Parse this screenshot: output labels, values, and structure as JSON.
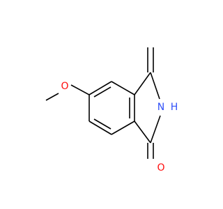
{
  "molecule": {
    "atoms": {
      "oxygen_ether": {
        "label": "O",
        "color": "#ff0d0d"
      },
      "nitrogen": {
        "label": "N",
        "color": "#3050f8"
      },
      "hydrogen_n": {
        "label": "H",
        "color": "#3050f8"
      },
      "oxygen_carbonyl": {
        "label": "O",
        "color": "#ff0d0d"
      }
    },
    "bond_color": "#000000"
  }
}
